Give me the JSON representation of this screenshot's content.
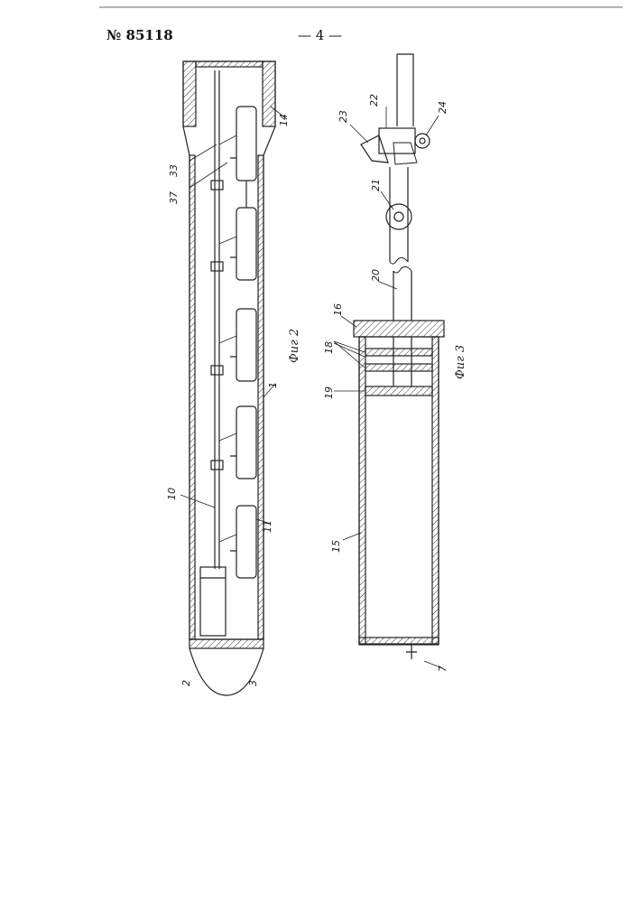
{
  "header": {
    "patent_number": "№ 85118",
    "page_number": "— 4 —"
  },
  "figures": [
    {
      "caption": "Фиг 2",
      "labels": [
        "14",
        "33",
        "37",
        "1",
        "10",
        "11",
        "2",
        "3"
      ]
    },
    {
      "caption": "Фиг 3",
      "labels": [
        "23",
        "22",
        "24",
        "21",
        "20",
        "16",
        "18",
        "19",
        "15",
        "7"
      ]
    }
  ]
}
